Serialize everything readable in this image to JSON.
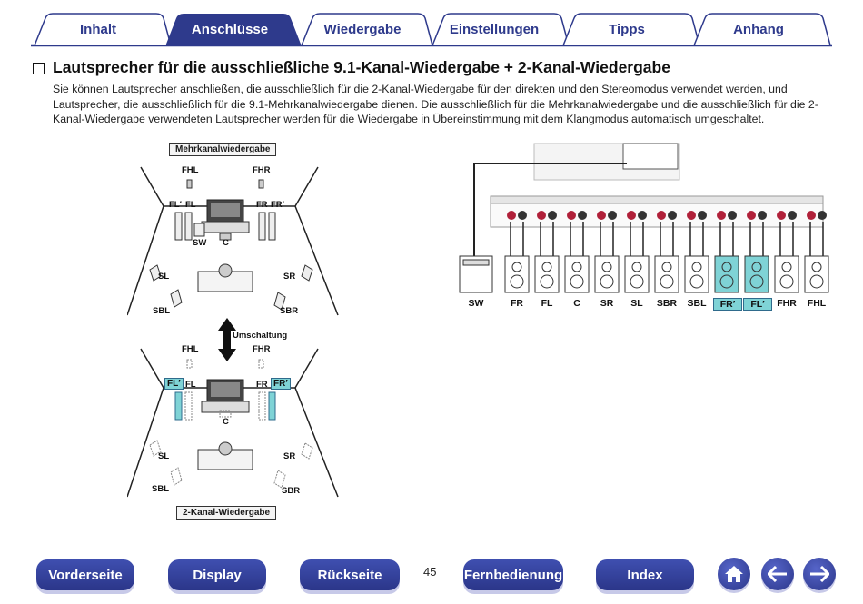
{
  "tabs": [
    {
      "label": "Inhalt",
      "active": false
    },
    {
      "label": "Anschlüsse",
      "active": true
    },
    {
      "label": "Wiedergabe",
      "active": false
    },
    {
      "label": "Einstellungen",
      "active": false
    },
    {
      "label": "Tipps",
      "active": false
    },
    {
      "label": "Anhang",
      "active": false
    }
  ],
  "section": {
    "title": "Lautsprecher für die ausschließliche 9.1-Kanal-Wiedergabe + 2-Kanal-Wiedergabe",
    "paragraph": "Sie können Lautsprecher anschließen, die ausschließlich für die 2-Kanal-Wiedergabe für den direkten und den Stereomodus verwendet werden, und Lautsprecher, die ausschließlich für die 9.1-Mehrkanalwiedergabe dienen. Die ausschließlich für die Mehrkanalwiedergabe und die ausschließlich für die 2-Kanal-Wiedergabe verwendeten Lautsprecher werden für die Wiedergabe in Übereinstimmung mit dem Klangmodus automatisch umgeschaltet."
  },
  "room_diagram": {
    "top_box": "Mehrkanalwiedergabe",
    "bottom_box": "2-Kanal-Wiedergabe",
    "switch_label": "Umschaltung",
    "labels": {
      "fhl": "FHL",
      "fhr": "FHR",
      "fl_prime": "FL′",
      "fl": "FL",
      "fr": "FR",
      "fr_prime": "FR′",
      "sw": "SW",
      "c": "C",
      "sl": "SL",
      "sr": "SR",
      "sbl": "SBL",
      "sbr": "SBR"
    }
  },
  "connection_diagram": {
    "speakers": [
      "SW",
      "FR",
      "FL",
      "C",
      "SR",
      "SL",
      "SBR",
      "SBL",
      "FR′",
      "FL′",
      "FHR",
      "FHL"
    ],
    "highlighted": [
      "FR′",
      "FL′"
    ],
    "highlight_color": "#7fd3d6",
    "terminal_color": "#b0213a"
  },
  "footer": {
    "buttons": [
      "Vorderseite",
      "Display",
      "Rückseite",
      "Fernbedienung",
      "Index"
    ],
    "page_number": "45",
    "accent_color": "#2e3a8c"
  }
}
